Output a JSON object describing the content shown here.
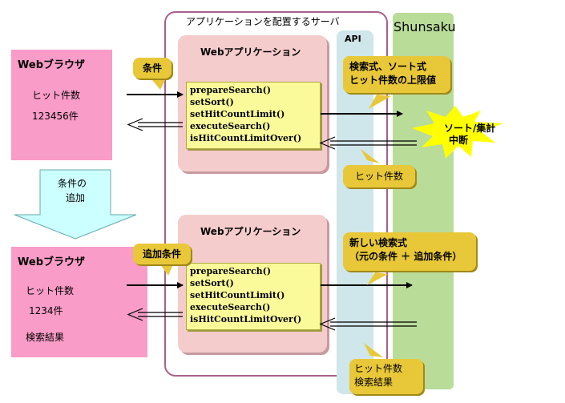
{
  "server": {
    "label": "アプリケーションを配置するサーバ"
  },
  "api": {
    "label": "API"
  },
  "shunsaku": {
    "label": "Shunsaku"
  },
  "browser1": {
    "title": "Webブラウザ",
    "hit_label": "ヒット件数",
    "hit_value": "123456件"
  },
  "browser2": {
    "title": "Webブラウザ",
    "hit_label": "ヒット件数",
    "hit_value": "1234件",
    "result_label": "検索結果"
  },
  "condition_note": "条件",
  "add_condition_note": "追加条件",
  "arrow_down_label": [
    "条件の",
    "追加"
  ],
  "app1": {
    "title": "Webアプリケーション",
    "calls": [
      "prepareSearch()",
      "setSort()",
      "setHitCountLimit()",
      "executeSearch()",
      "isHitCountLimitOver()"
    ]
  },
  "app2": {
    "title": "Webアプリケーション",
    "calls": [
      "prepareSearch()",
      "setSort()",
      "setHitCountLimit()",
      "executeSearch()",
      "isHitCountLimitOver()"
    ]
  },
  "callout1": [
    "検索式、ソート式",
    "ヒット件数の上限値"
  ],
  "callout2": [
    "新しい検索式",
    "（元の条件 ＋ 追加条件）"
  ],
  "burst": [
    "ソート/集計",
    "中断"
  ],
  "hit_note": "ヒット件数",
  "hit_result_note": [
    "ヒット件数",
    "検索結果"
  ],
  "colors": {
    "browser": "#f99cc8",
    "api": "#cfe6ea",
    "shunsaku": "#b9dc98",
    "app": "#f4cccc",
    "calls": "#fafa9a",
    "note": "#e8c838",
    "burst": "#ffff00"
  }
}
